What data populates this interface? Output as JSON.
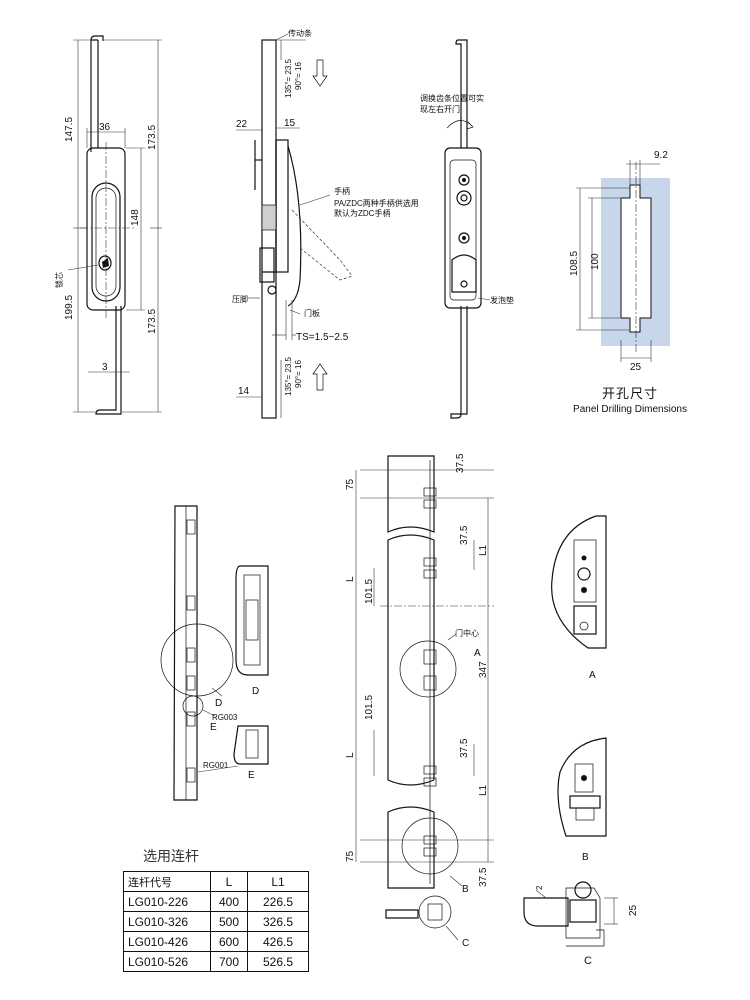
{
  "view1": {
    "dims": {
      "d147_5": "147.5",
      "d36": "36",
      "d148": "148",
      "d199_5": "199.5",
      "d173_5_top": "173.5",
      "d173_5_bot": "173.5",
      "d3": "3"
    },
    "labels": {
      "lock_core": "锁芯"
    }
  },
  "view2": {
    "dims": {
      "d22": "22",
      "d15": "15",
      "d14": "14",
      "angle_top": "135°= 23.5",
      "angle_top2": "90°= 16",
      "angle_bot": "135°= 23.5",
      "angle_bot2": "90°= 16",
      "ts": "TS=1.5~2.5"
    },
    "labels": {
      "drive_bar": "传动条",
      "handle": "手柄",
      "handle_note1": "PA/ZDC两种手柄供选用",
      "handle_note2": "默认为ZDC手柄",
      "press_foot": "压脚",
      "door_panel": "门板"
    }
  },
  "view3": {
    "labels": {
      "adjust_note1": "调换齿条位置可实",
      "adjust_note2": "现左右开门",
      "foam_pad": "发泡垫"
    }
  },
  "panel": {
    "dims": {
      "d9_2": "9.2",
      "d108_5": "108.5",
      "d100": "100",
      "d25": "25"
    },
    "title_zh": "开孔尺寸",
    "title_en": "Panel Drilling Dimensions"
  },
  "rod_view": {
    "labels": {
      "D": "D",
      "E": "E",
      "rg003": "RG003",
      "rg001": "RG001",
      "D2": "D",
      "E2": "E"
    }
  },
  "assembly": {
    "dims": {
      "d75_top": "75",
      "d37_5_a": "37.5",
      "d37_5_b": "37.5",
      "L1_top": "L1",
      "L_top": "L",
      "d101_5_a": "101.5",
      "d347": "347",
      "d101_5_b": "101.5",
      "d37_5_c": "37.5",
      "L_bot": "L",
      "L1_bot": "L1",
      "d75_bot": "75",
      "d37_5_d": "37.5"
    },
    "labels": {
      "door_center": "门中心",
      "A": "A",
      "B": "B",
      "C": "C"
    }
  },
  "details": {
    "A": "A",
    "B": "B",
    "C": "C",
    "d2": "2",
    "d25": "25"
  },
  "rod_table": {
    "title": "选用连杆",
    "headers": [
      "连杆代号",
      "L",
      "L1"
    ],
    "rows": [
      [
        "LG010-226",
        "400",
        "226.5"
      ],
      [
        "LG010-326",
        "500",
        "326.5"
      ],
      [
        "LG010-426",
        "600",
        "426.5"
      ],
      [
        "LG010-526",
        "700",
        "526.5"
      ]
    ]
  }
}
